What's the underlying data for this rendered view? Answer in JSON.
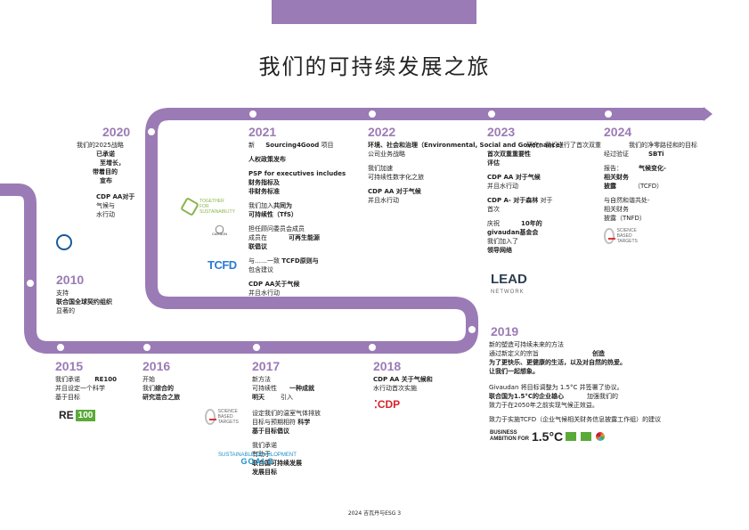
{
  "title": "我们的可持续发展之旅",
  "footer": "2024 吉瓦丹与ESG 3",
  "colors": {
    "accent": "#9b7bb5",
    "track": "#9b7bb5"
  },
  "y2020": {
    "year": "2020",
    "l1": "我们的2025战略",
    "l2": "已承诺",
    "l3": "至增长，",
    "l4": "带着目的",
    "l5": "宣布",
    "cdp1": "CDP AA对于",
    "cdp2": "气候与",
    "cdp3": "水行动"
  },
  "y2010": {
    "year": "2010",
    "l1": "支持",
    "l2": "联合国全球契约组织",
    "l3": "显著的"
  },
  "y2015": {
    "year": "2015",
    "l1a": "我们承诺",
    "l1b": "RE100",
    "l2": "并且设定一个科学",
    "l3": "基于目标",
    "logo_a": "RE",
    "logo_b": "100"
  },
  "y2016": {
    "year": "2016",
    "l1": "开始",
    "l2": "我们",
    "l2b": "综合的",
    "l3": "研究混合之旅"
  },
  "y2017": {
    "year": "2017",
    "l1": "新方法",
    "l2a": "可持续性",
    "l2b": "一种成就",
    "l3a": "明天",
    "l3b": "引入",
    "l4": "设定我们的温室气体排放",
    "l5a": "目标与预期相符",
    "l5b": "科学",
    "l6": "基于目标倡议",
    "l7": "我们承诺",
    "l8": "有助于",
    "l9": "联合国可持续发展",
    "l10": "发展目标",
    "sbt_logo": "SCIENCE BASED TARGETS",
    "sdg_a": "SUSTAINABLE DEVELOPMENT",
    "sdg_b": "GOALS"
  },
  "y2018": {
    "year": "2018",
    "l1": "CDP AA 关于气候和",
    "l2": "水行动首次实施",
    "logo": "CDP"
  },
  "y2019": {
    "year": "2019",
    "l1": "新的塑造可持续未来的方法",
    "l2a": "通过新定义的宗旨",
    "l2b": "创造",
    "l3": "为了更快乐、更健康的生活，以及对自然的热爱。",
    "l4": "让我们一起想象。",
    "l5": "Givaudan 将目标调整为 1.5°C 并签署了协议。",
    "l6a": "联合国为1.5°C的企业雄心",
    "l6b": "加强我们的",
    "l7": "致力于在2050年之前实现气候正效益。",
    "l8": "致力于实施TCFD（企业气候相关财务信息披露工作组）的建议",
    "business_a": "BUSINESS",
    "business_b": "AMBITION FOR",
    "business_c": "1.5°C"
  },
  "y2021": {
    "year": "2021",
    "l1a": "新",
    "l1b": "Sourcing4Good",
    "l1c": "项目",
    "l2": "人权政策发布",
    "l3": "PSP for executives includes",
    "l4": "财务指标及",
    "l5": "非财务标准",
    "l6a": "我们加入",
    "l6b": "共同为",
    "l7": "可持续性（TfS）",
    "l8": "担任顾问委员会成员",
    "l9a": "成员在",
    "l9b": "可再生能源",
    "l10": "联倡议",
    "l11a": "与……一致",
    "l11b": "TCFD原则与",
    "l12": "包含建议",
    "l13": "CDP AA关于气候",
    "l14": "并且水行动",
    "together": "TOGETHER FOR SUSTAINABILITY",
    "carbon": "CARBON",
    "tcfd": "TCFD"
  },
  "y2022": {
    "year": "2022",
    "l1": "环境、社会和治理（Environmental, Social and Governance）",
    "l2": "公司业务战略",
    "l3": "我们加速",
    "l4": "可持续性数字化之旅",
    "l5": "CDP AA 对于气候",
    "l6": "并且水行动"
  },
  "y2023": {
    "year": "2023",
    "l0": "研究：我们进行了首次双重",
    "l1": "首次双重重要性",
    "l2": "评估",
    "l3": "CDP AA 对于气候",
    "l4": "并且水行动",
    "l5a": "CDP A- 对于森林",
    "l5b": "对于",
    "l6": "首次",
    "l7a": "庆祝",
    "l7b": "10年的",
    "l8": "givaudan基金会",
    "l9": "我们加入了",
    "l10": "领导网络",
    "lead_a": "LEAD",
    "lead_b": "NETWORK"
  },
  "y2024": {
    "year": "2024",
    "l0": "我们的净零路径和的目标",
    "l1a": "经过验证",
    "l1b": "SBTi",
    "l2a": "报告：",
    "l2b": "气候变化-",
    "l3": "相关财务",
    "l4a": "披露",
    "l4b": "（TCFD）",
    "l5": "与自然和谐共处-",
    "l6": "相关财务",
    "l7": "披露（TNFD）",
    "sbt_logo": "SCIENCE BASED TARGETS"
  }
}
